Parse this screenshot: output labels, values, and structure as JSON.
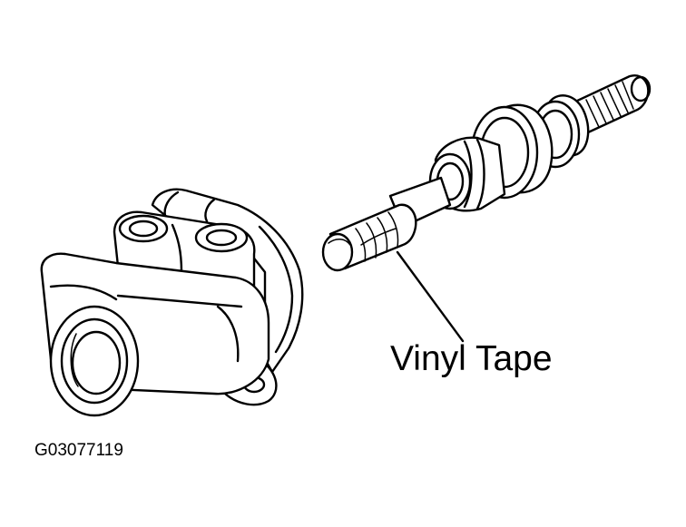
{
  "labels": {
    "callout": "Vinyl Tape",
    "figure_id": "G03077119"
  },
  "parts": {
    "housing": "housing-illustration",
    "shaft": "shaft-illustration"
  },
  "colors": {
    "line": "#000000",
    "background": "#ffffff"
  }
}
